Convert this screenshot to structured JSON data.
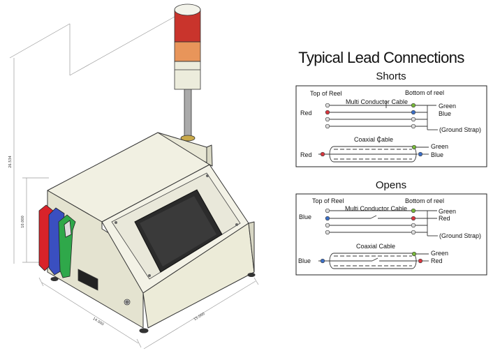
{
  "dimensions": {
    "height_total": "26.534",
    "height_body": "10.000",
    "depth": "14.000",
    "width": "15.000"
  },
  "diagram": {
    "title": "Typical Lead Connections",
    "shorts": {
      "heading": "Shorts",
      "top_of_reel": "Top of Reel",
      "bottom_of_reel": "Bottom of reel",
      "multi_conductor_cable": "Multi Conductor Cable",
      "left_label": "Red",
      "green": "Green",
      "blue": "Blue",
      "ground_strap": "(Ground Strap)",
      "coaxial_cable": "Coaxial Cable",
      "coax_left": "Red",
      "coax_green": "Green",
      "coax_blue": "Blue"
    },
    "opens": {
      "heading": "Opens",
      "top_of_reel": "Top of Reel",
      "bottom_of_reel": "Bottom of reel",
      "multi_conductor_cable": "Multi Conductor Cable",
      "left_label": "Blue",
      "green": "Green",
      "red": "Red",
      "ground_strap": "(Ground Strap)",
      "coaxial_cable": "Coaxial Cable",
      "coax_left": "Blue",
      "coax_green": "Green",
      "coax_red": "Red"
    }
  },
  "colors": {
    "terminal_red": "#d9363e",
    "terminal_blue": "#3b6fc7",
    "terminal_green": "#78b83a",
    "terminal_white": "#dddddd",
    "beacon_red": "#c9342c",
    "beacon_orange": "#e8955a",
    "clip_red": "#d8232a",
    "clip_blue": "#3a4fc0",
    "clip_green": "#2fa84a",
    "cabinet": "#f1f0e2"
  }
}
